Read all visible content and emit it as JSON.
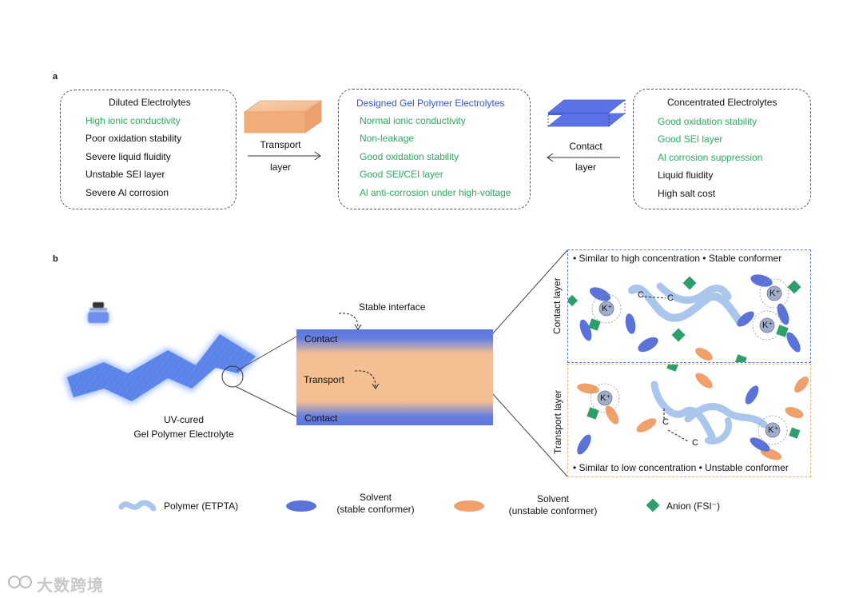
{
  "panel_a": {
    "label": "a",
    "diluted": {
      "title": "Diluted Electrolytes",
      "items": [
        {
          "text": "High ionic conductivity",
          "tone": "g"
        },
        {
          "text": "Poor oxidation stability",
          "tone": "k"
        },
        {
          "text": "Severe liquid fluidity",
          "tone": "k"
        },
        {
          "text": "Unstable SEI layer",
          "tone": "k"
        },
        {
          "text": "Severe Al corrosion",
          "tone": "k"
        }
      ]
    },
    "designed": {
      "title": "Designed Gel Polymer Electrolytes",
      "items": [
        {
          "text": "Normal  ionic conductivity",
          "tone": "g"
        },
        {
          "text": "Non-leakage",
          "tone": "g"
        },
        {
          "text": "Good oxidation stability",
          "tone": "g"
        },
        {
          "text": "Good SEI/CEI layer",
          "tone": "g"
        },
        {
          "text": "Al anti-corrosion under high-voltage",
          "tone": "g"
        }
      ]
    },
    "concentrated": {
      "title": "Concentrated Electrolytes",
      "items": [
        {
          "text": "Good oxidation stability",
          "tone": "g"
        },
        {
          "text": "Good SEI layer",
          "tone": "g"
        },
        {
          "text": "Al corrosion suppression",
          "tone": "g"
        },
        {
          "text": "Liquid fluidity",
          "tone": "k"
        },
        {
          "text": "High salt cost",
          "tone": "k"
        }
      ]
    },
    "transport_arrow": {
      "top": "Transport",
      "bottom": "layer"
    },
    "contact_arrow": {
      "top": "Contact",
      "bottom": "layer"
    }
  },
  "panel_b": {
    "label": "b",
    "gel_caption_1": "UV-cured",
    "gel_caption_2": "Gel Polymer Electrolyte",
    "stable_interface": "Stable interface",
    "contact_top": "Contact",
    "transport_mid": "Transport",
    "contact_bottom": "Contact",
    "contact_layer_label": "Contact layer",
    "transport_layer_label": "Transport layer",
    "contact_note": "• Similar to high concentration • Stable conformer",
    "transport_note": "• Similar to low concentration   • Unstable conformer",
    "ion_label": "K⁺",
    "carbon_label": "C"
  },
  "legend": {
    "polymer": "Polymer (ETPTA)",
    "solvent_stable_1": "Solvent",
    "solvent_stable_2": "(stable conformer)",
    "solvent_unstable_1": "Solvent",
    "solvent_unstable_2": "(unstable conformer)",
    "anion": "Anion (FSI⁻)"
  },
  "watermark": "大数跨境",
  "colors": {
    "green": "#2eaa62",
    "blue_title": "#3355dd",
    "contact_blue": "#5b76e0",
    "transport_orange": "#f3bf93",
    "solvent_orange": "#f0a06a",
    "anion_green": "#2f9e6a",
    "polymer_blue": "#aac6ec"
  }
}
